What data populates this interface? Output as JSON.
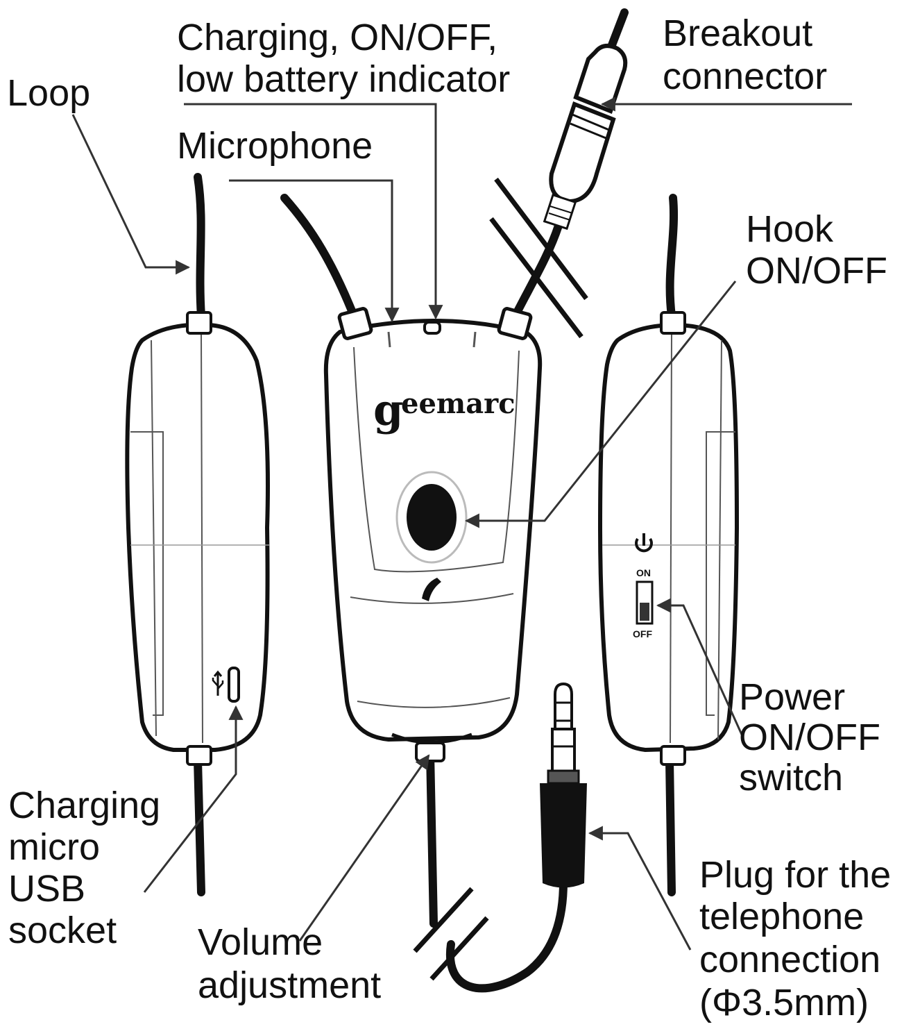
{
  "labels": {
    "loop": "Loop",
    "indicator_line1": "Charging, ON/OFF,",
    "indicator_line2": "low battery indicator",
    "microphone": "Microphone",
    "breakout_line1": "Breakout",
    "breakout_line2": "connector",
    "hook_line1": "Hook",
    "hook_line2": "ON/OFF",
    "power_line1": "Power",
    "power_line2": "ON/OFF",
    "power_line3": "switch",
    "usb_line1": "Charging",
    "usb_line2": "micro",
    "usb_line3": "USB",
    "usb_line4": "socket",
    "volume_line1": "Volume",
    "volume_line2": "adjustment",
    "plug_line1": "Plug for the",
    "plug_line2": "telephone",
    "plug_line3": "connection",
    "plug_line4": "(Φ3.5mm)"
  },
  "device": {
    "brand_initial": "g",
    "brand_rest": "eemarc",
    "switch_on": "ON",
    "switch_off": "OFF"
  },
  "icons": {
    "power": "power-icon",
    "usb": "usb-icon",
    "phone": "phone-handset-icon"
  }
}
